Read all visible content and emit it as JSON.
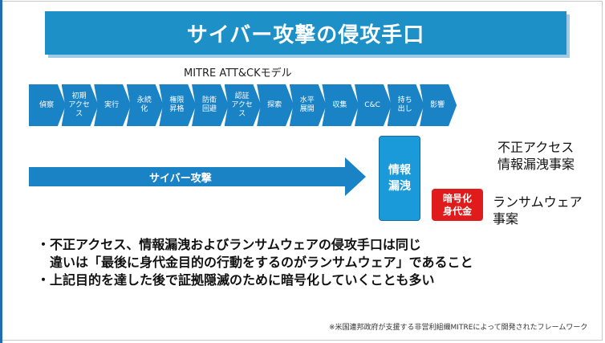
{
  "title": "サイバー攻撃の侵攻手口",
  "model_label": "MITRE ATT&CKモデル",
  "tactics": [
    "偵察",
    "初期\nアクセ\nス",
    "実行",
    "永続\n化",
    "権限\n昇格",
    "防衛\n回避",
    "認証\nアクセ\nス",
    "探索",
    "水平\n展開",
    "収集",
    "C&C",
    "持ち\n出し",
    "影響"
  ],
  "attack_label": "サイバー攻撃",
  "leak_box": "情報\n漏洩",
  "ransom_box": "暗号化\n身代金",
  "label_unauth": "不正アクセス\n情報漏洩事案",
  "label_ransom": "ランサムウェア\n事案",
  "bullets": [
    "・不正アクセス、情報漏洩およびランサムウェアの侵攻手口は同じ",
    "　違いは「最後に身代金目的の行動をするのがランサムウェア」であること",
    "・上記目的を達した後で証拠隠滅のために暗号化していくことも多い"
  ],
  "footnote": "※米国連邦政府が支援する非営利組織MITREによって開発されたフレームワーク",
  "colors": {
    "primary": "#1a83c6",
    "title_band": "#1e90c8",
    "alert": "#e01b1b"
  }
}
